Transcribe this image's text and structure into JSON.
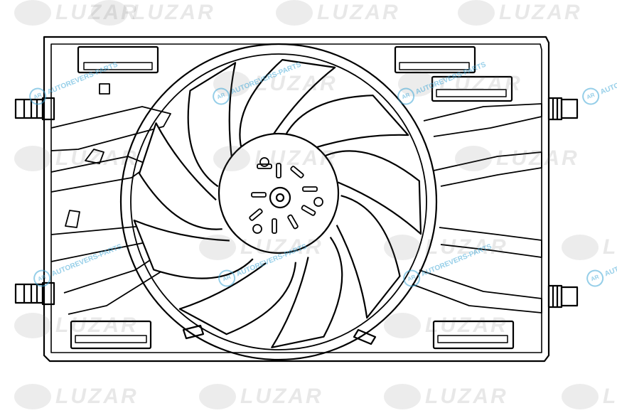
{
  "watermarks": {
    "brand": "LUZAR",
    "partner": "AUTOREVERS-PARTS",
    "partner_badge": "AR"
  },
  "drawing": {
    "blade_count": 9,
    "stroke_color": "#000000",
    "background": "#ffffff",
    "brand_watermark_color": "#888888",
    "partner_watermark_color": "#3fa7d6"
  }
}
